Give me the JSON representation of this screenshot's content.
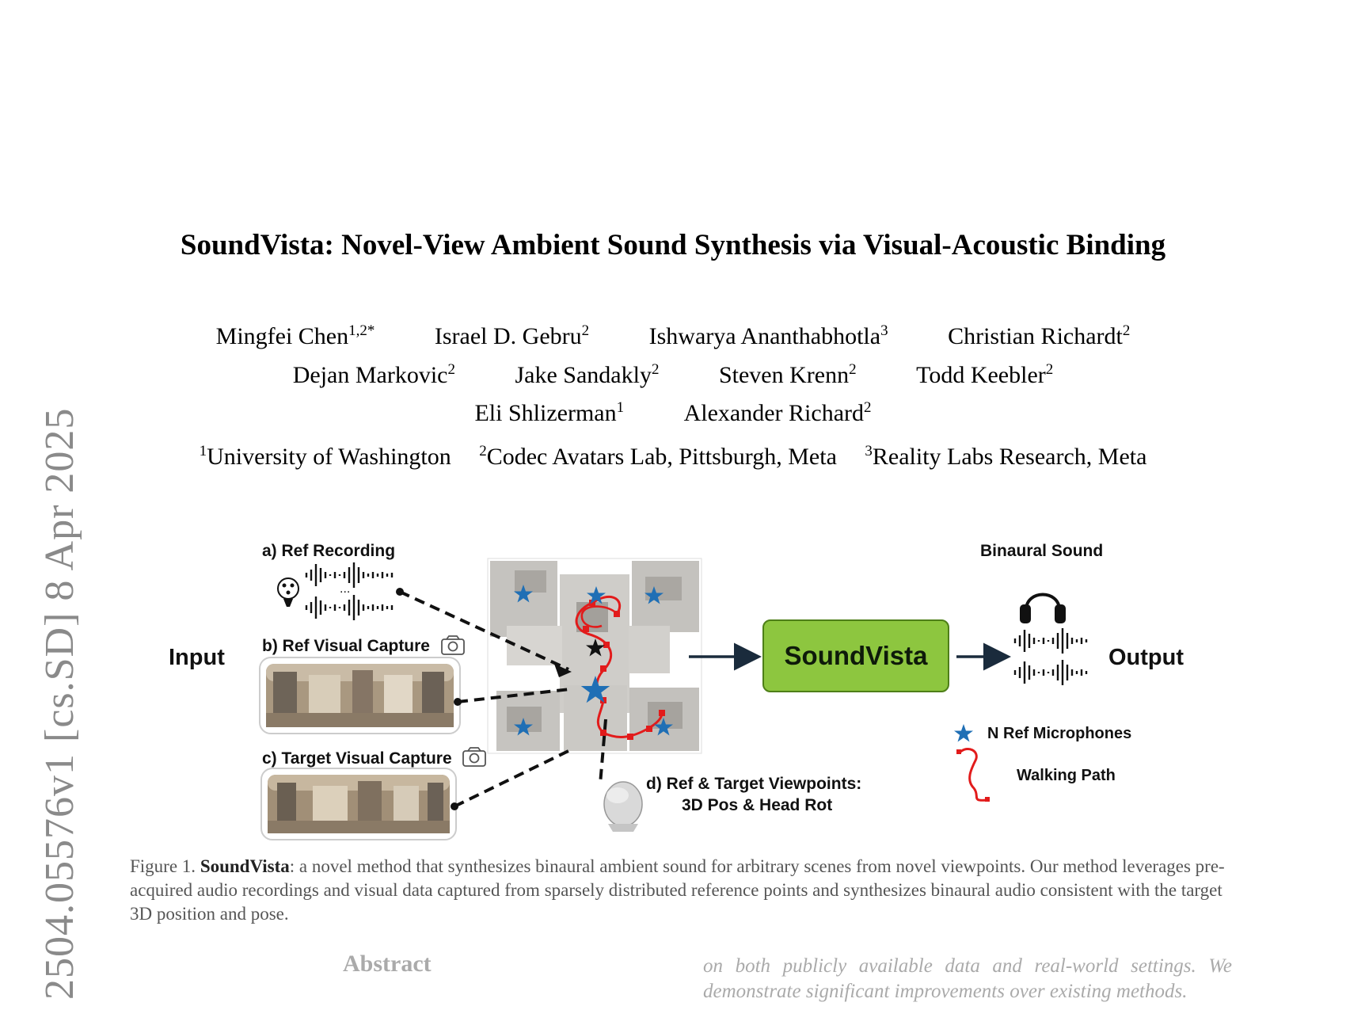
{
  "paper": {
    "title": "SoundVista: Novel-View Ambient Sound Synthesis via Visual-Acoustic Binding",
    "authors_row1": [
      {
        "name": "Mingfei Chen",
        "sup": "1,2*"
      },
      {
        "name": "Israel D. Gebru",
        "sup": "2"
      },
      {
        "name": "Ishwarya Ananthabhotla",
        "sup": "3"
      },
      {
        "name": "Christian Richardt",
        "sup": "2"
      }
    ],
    "authors_row2": [
      {
        "name": "Dejan Markovic",
        "sup": "2"
      },
      {
        "name": "Jake Sandakly",
        "sup": "2"
      },
      {
        "name": "Steven Krenn",
        "sup": "2"
      },
      {
        "name": "Todd Keebler",
        "sup": "2"
      }
    ],
    "authors_row3": [
      {
        "name": "Eli Shlizerman",
        "sup": "1"
      },
      {
        "name": "Alexander Richard",
        "sup": "2"
      }
    ],
    "affiliations": [
      {
        "sup": "1",
        "name": "University of Washington"
      },
      {
        "sup": "2",
        "name": "Codec Avatars Lab, Pittsburgh, Meta"
      },
      {
        "sup": "3",
        "name": "Reality Labs Research, Meta"
      }
    ],
    "arxiv_stamp": "2504.05576v1  [cs.SD]  8 Apr 2025"
  },
  "figure": {
    "input_label": "Input",
    "output_label": "Output",
    "ref_recording": "a) Ref Recording",
    "ellipsis": "...",
    "ref_visual": "b) Ref Visual Capture",
    "target_visual": "c) Target Visual Capture",
    "viewpoints_line1": "d) Ref & Target Viewpoints:",
    "viewpoints_line2": "3D Pos & Head Rot",
    "model_name": "SoundVista",
    "binaural_sound": "Binaural Sound",
    "legend_mics": "N Ref Microphones",
    "legend_path": "Walking Path",
    "colors": {
      "model_box": "#8dc63f",
      "star": "#1f6fb5",
      "path": "#e21b1b",
      "arrow": "#1a2b3c"
    }
  },
  "caption": {
    "prefix": "Figure 1. ",
    "bold": "SoundVista",
    "text": ": a novel method that synthesizes binaural ambient sound for arbitrary scenes from novel viewpoints. Our method leverages pre-acquired audio recordings and visual data captured from sparsely distributed reference points and synthesizes binaural audio consistent with the target 3D position and pose."
  },
  "abstract": {
    "heading": "Abstract",
    "text": "on both publicly available data and real-world settings. We demonstrate significant improvements over existing methods."
  }
}
